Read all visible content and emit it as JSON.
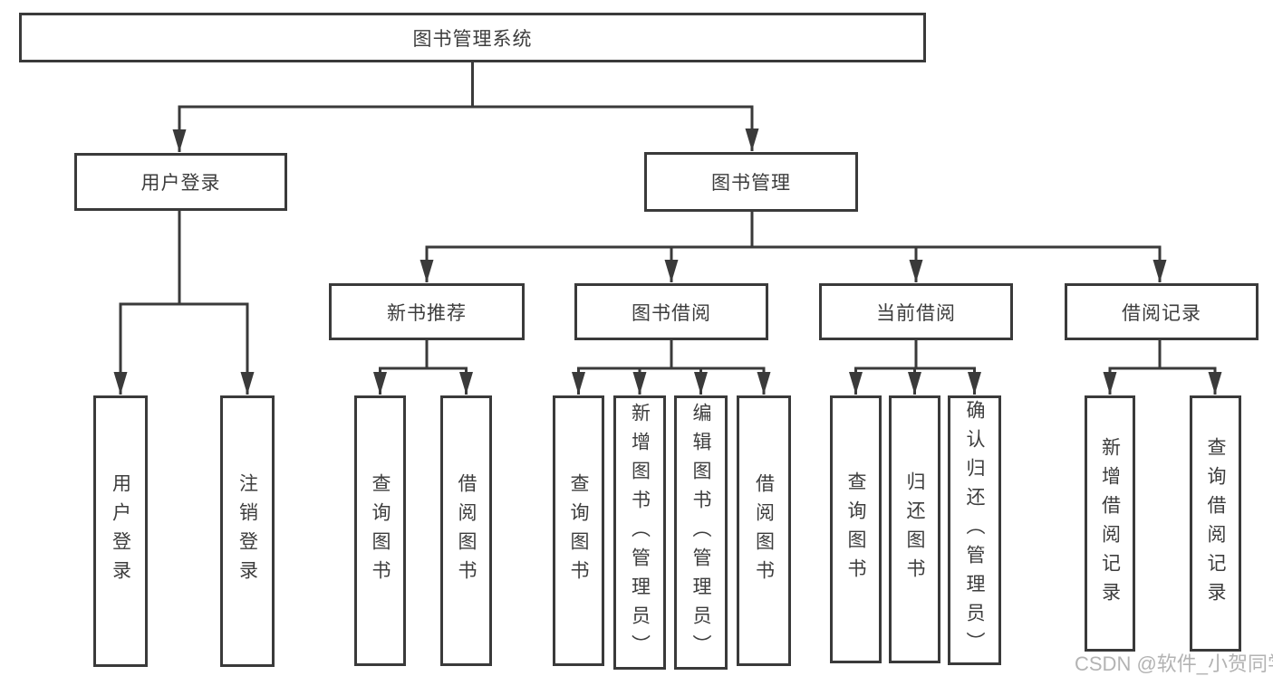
{
  "tree": {
    "root": {
      "label": "图书管理系统"
    },
    "branches": [
      {
        "label": "用户登录",
        "children": [
          {
            "label": "用户登录"
          },
          {
            "label": "注销登录"
          }
        ]
      },
      {
        "label": "图书管理",
        "children": [
          {
            "label": "新书推荐",
            "children": [
              {
                "label": "查询图书"
              },
              {
                "label": "借阅图书"
              }
            ]
          },
          {
            "label": "图书借阅",
            "children": [
              {
                "label": "查询图书"
              },
              {
                "label": "新增图书（管理员）"
              },
              {
                "label": "编辑图书（管理员）"
              },
              {
                "label": "借阅图书"
              }
            ]
          },
          {
            "label": "当前借阅",
            "children": [
              {
                "label": "查询图书"
              },
              {
                "label": "归还图书"
              },
              {
                "label": "确认归还（管理员）"
              }
            ]
          },
          {
            "label": "借阅记录",
            "children": [
              {
                "label": "新增借阅记录"
              },
              {
                "label": "查询借阅记录"
              }
            ]
          }
        ]
      }
    ]
  },
  "watermark": {
    "text": "CSDN @软件_小贺同学",
    "color": "#b3b3b3"
  },
  "colors": {
    "line": "#3a3a3a",
    "box_border": "#3a3a3a",
    "text": "#3d3d3d",
    "background": "#ffffff"
  }
}
